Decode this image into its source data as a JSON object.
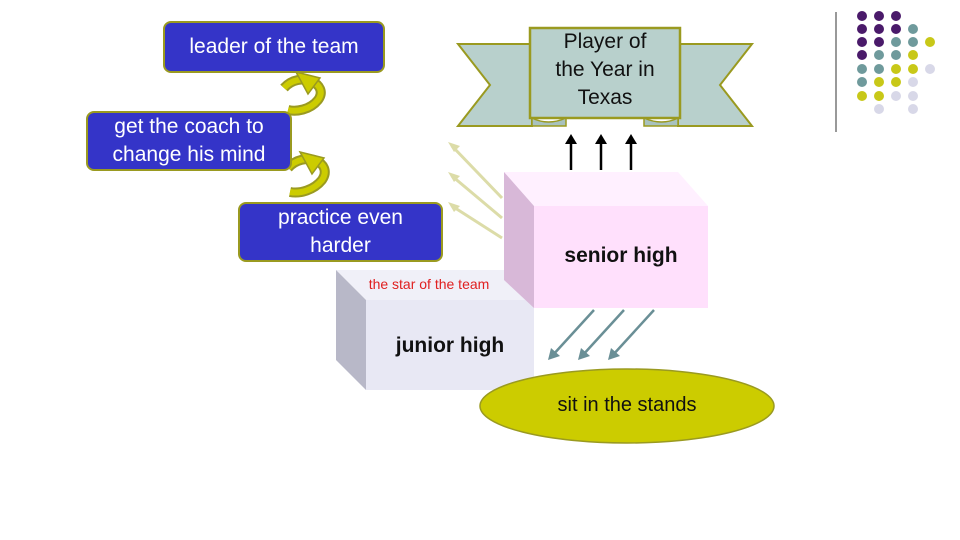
{
  "boxes": {
    "leader": "leader of the team",
    "coach": "get the coach to\nchange his mind",
    "practice": "practice even\nharder"
  },
  "banner": {
    "text": "Player of\nthe Year in\nTexas"
  },
  "junior": {
    "label": "junior high",
    "caption": "the star of the team"
  },
  "senior": {
    "label": "senior high"
  },
  "stands": {
    "label": "sit in the stands"
  },
  "colors": {
    "box_fill": "#3434c8",
    "box_border": "#9a9a20",
    "banner_fill": "#b8d0cc",
    "banner_border": "#9a9a20",
    "junior_fill": "#e8e8f4",
    "senior_fill": "#ffe0fc",
    "stands_fill": "#cccc00",
    "caption": "#e02020",
    "dot_purple": "#4a1a6a",
    "dot_teal": "#6f9a9c",
    "dot_yellow": "#c8c818",
    "dot_light": "#d8d8e8"
  }
}
